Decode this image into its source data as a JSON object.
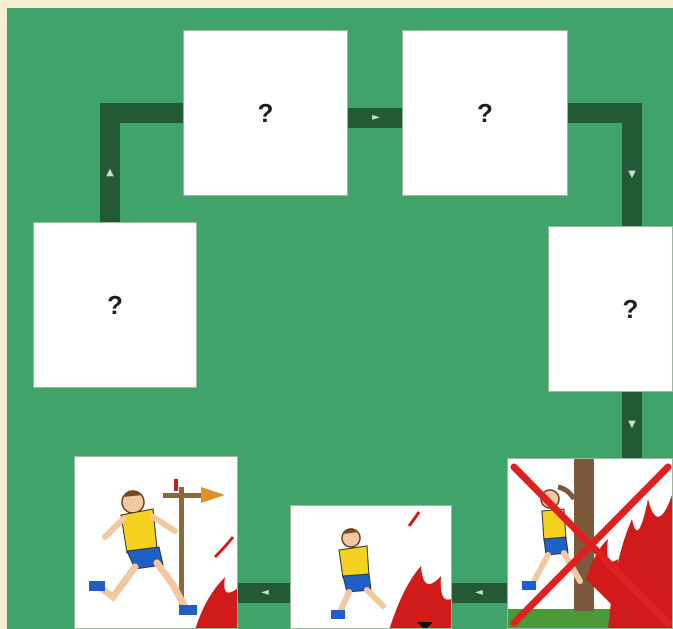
{
  "diagram": {
    "cycle_steps": [
      {
        "id": "step-1",
        "label": "?"
      },
      {
        "id": "step-2",
        "label": "?"
      },
      {
        "id": "step-3",
        "label": "?"
      },
      {
        "id": "step-4",
        "label": "?"
      },
      {
        "id": "step-5",
        "label": ""
      },
      {
        "id": "step-6",
        "label": ""
      },
      {
        "id": "step-7",
        "label": ""
      }
    ],
    "colors": {
      "background": "#3fa36a",
      "track": "#235a35",
      "frame": "#f6ecd2",
      "fire": "#d11a1a",
      "shirt": "#f5d21f",
      "shorts": "#1f5fc8"
    }
  }
}
